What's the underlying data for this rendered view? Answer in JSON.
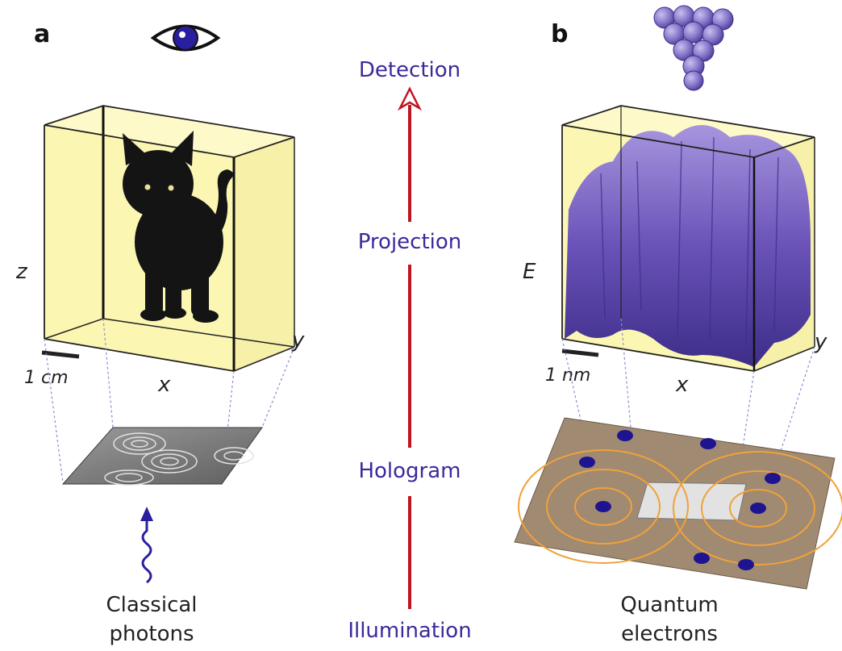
{
  "panel_a": {
    "label": "a",
    "axis_z": "z",
    "axis_x": "x",
    "axis_y": "y",
    "scale": "1 cm",
    "caption_line1": "Classical",
    "caption_line2": "photons",
    "icon": "eye-icon",
    "object_icon": "cat-icon"
  },
  "panel_b": {
    "label": "b",
    "axis_e": "E",
    "axis_x": "x",
    "axis_y": "y",
    "scale": "1 nm",
    "caption_line1": "Quantum",
    "caption_line2": "electrons",
    "icon": "atom-tip-icon"
  },
  "stages": {
    "detection": "Detection",
    "projection": "Projection",
    "hologram": "Hologram",
    "illumination": "Illumination"
  },
  "colors": {
    "box_fill": "#fbf6b2",
    "arrow": "#c01520",
    "text_stage": "#3a2a9c",
    "surface_purple": "#6a52b8",
    "dot_navy": "#1f1490",
    "plate_brown": "#a08a72",
    "rings_orange": "#f0a23a"
  }
}
